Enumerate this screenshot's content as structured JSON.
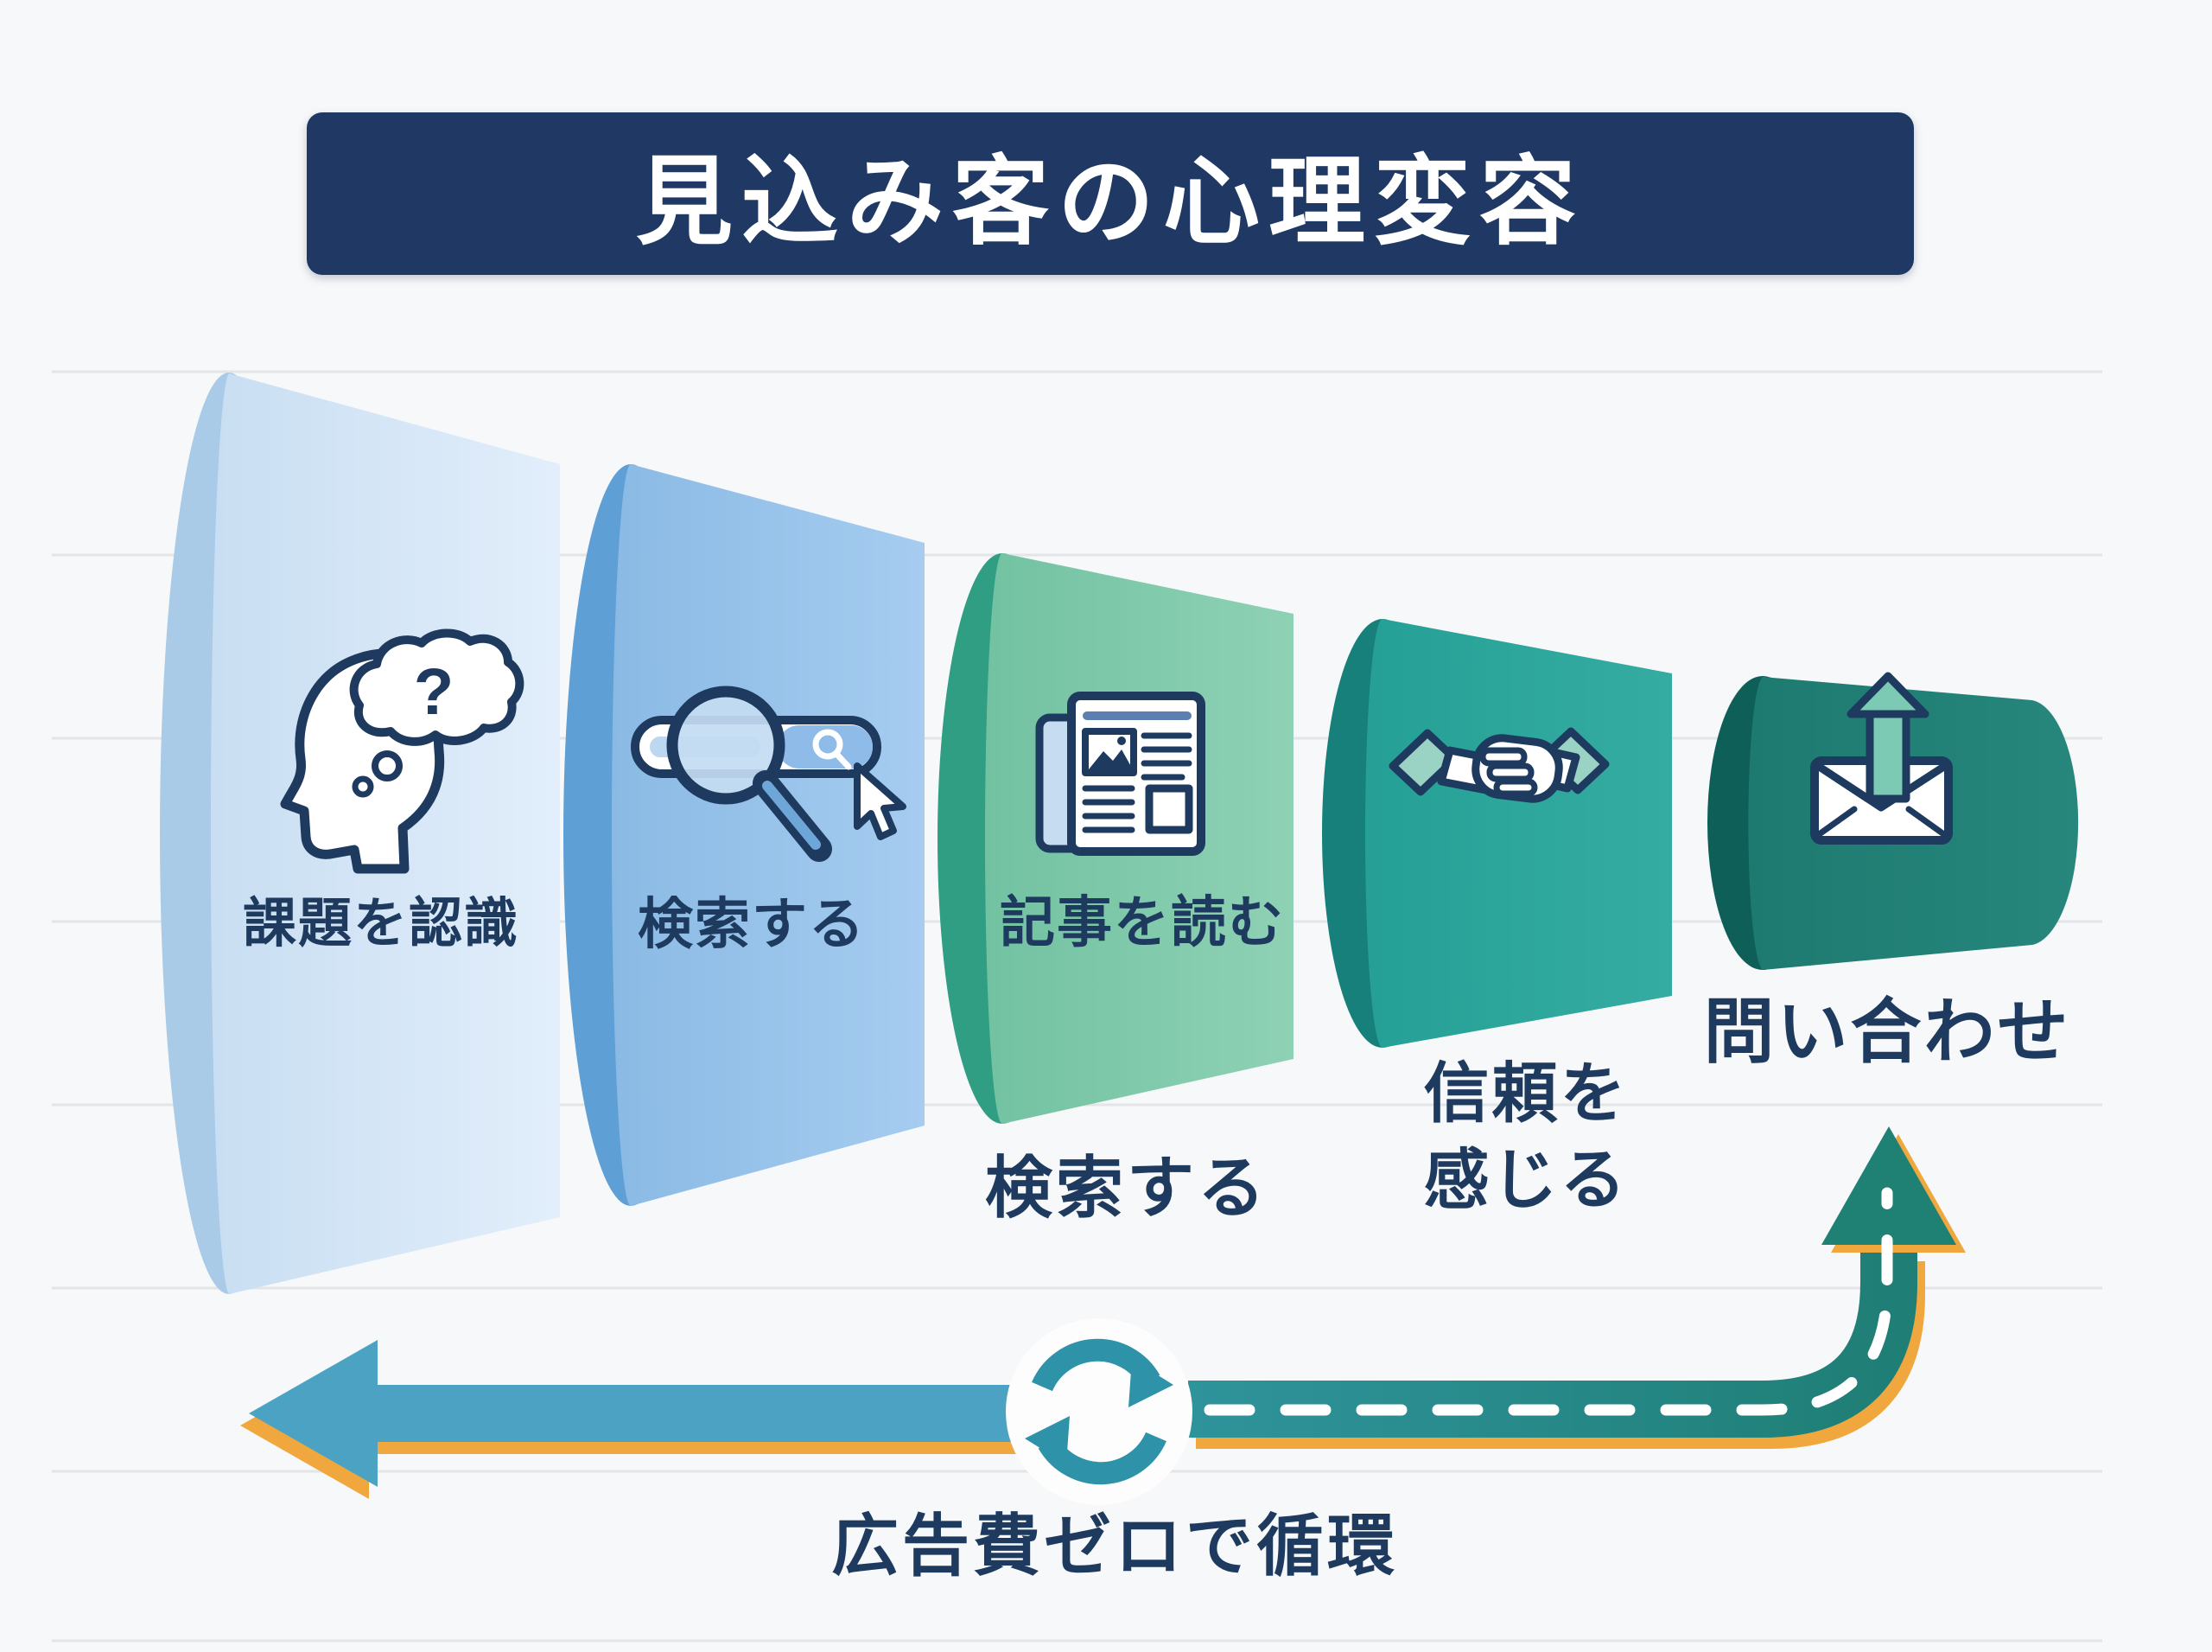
{
  "title": "見込み客の心理変容",
  "stages": [
    {
      "name": "recognize-problem",
      "label": "課題を認識",
      "icon": "thinking-head-icon",
      "thought_glyph": "?",
      "body_color": "#cfe2f4",
      "cap_color": "#a9cbe8"
    },
    {
      "name": "search",
      "label": "検索する",
      "icon": "search-bar-icon",
      "body_color": "#93c0e7",
      "cap_color": "#5e9fd6"
    },
    {
      "name": "read-article",
      "label": "記事を読む",
      "below_label": "検索する",
      "icon": "newspaper-icon",
      "body_color": "#7cc6a7",
      "cap_color": "#2f9e82"
    },
    {
      "name": "feel-trust",
      "label": "信頼を感じる",
      "label_line1": "信頼を",
      "label_line2": "感じる",
      "icon": "handshake-icon",
      "body_color": "#28a29a",
      "cap_color": "#17807a"
    },
    {
      "name": "inquiry",
      "label": "問い合わせ",
      "icon": "mail-send-icon",
      "body_color": "#1f7c72",
      "cap_color": "#0f5f59"
    }
  ],
  "cycle_label": "広告費ゼロで循環",
  "colors": {
    "background": "#f7f8f9",
    "gridline": "#e3e5e8",
    "title_box": "#1f3864",
    "title_text": "#ffffff",
    "label_text": "#1e3a5f",
    "icon_outline": "#1e3a5f",
    "return_arrow_blue": "#4ba2c2",
    "road_teal_start": "#2f939b",
    "road_teal_end": "#1f7f76",
    "orange_shadow": "#f0a73e",
    "recycle_icon": "#2e93a8",
    "cuff_teal": "#9ad2c4",
    "mail_arrow_teal": "#7cc9b4"
  }
}
